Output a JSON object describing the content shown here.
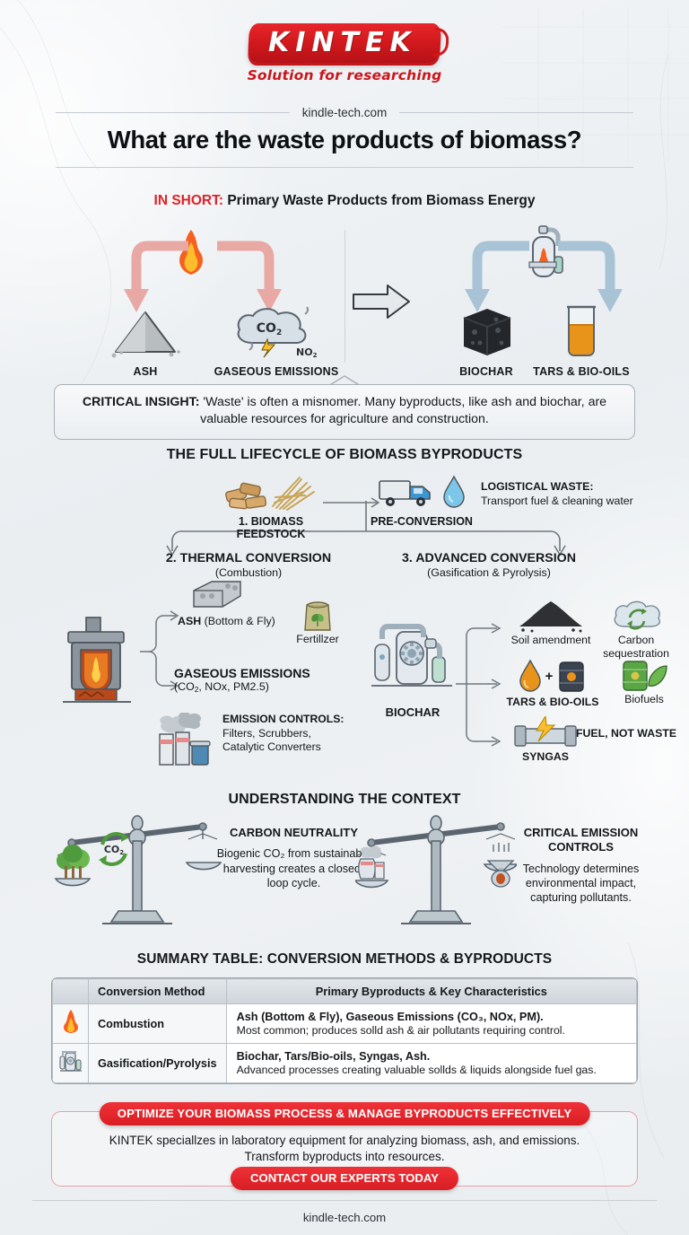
{
  "brand": {
    "logo_text": "KINTEK",
    "tagline": "Solution for researching",
    "site": "kindle-tech.com",
    "logo_red": "#d2191d"
  },
  "headline": "What are the waste products of biomass?",
  "in_short": {
    "lead": "IN SHORT:",
    "title": "Primary Waste Products from Biomass Energy",
    "left_items": [
      {
        "icon": "ash-pile-icon",
        "label": "ASH"
      },
      {
        "icon": "co2-cloud-icon",
        "label": "GASEOUS EMISSIONS"
      }
    ],
    "right_items": [
      {
        "icon": "biochar-cube-icon",
        "label": "BIOCHAR"
      },
      {
        "icon": "beaker-oil-icon",
        "label": "TARS & BIO-OILS"
      }
    ],
    "source_left_icon": "flame-icon",
    "source_right_icon": "reactor-icon",
    "middle_icon": "right-arrow-icon",
    "cloud_labels": {
      "co2": "CO",
      "co2_sub": "2",
      "no2": "NO",
      "no2_sub": "2"
    }
  },
  "critical_insight": {
    "lead": "CRITICAL INSIGHT:",
    "text": " 'Waste' is often a misnomer. Many byproducts, like ash and biochar, are valuable resources for agriculture and construction."
  },
  "lifecycle": {
    "title": "THE FULL LIFECYCLE OF BIOMASS BYPRODUCTS",
    "feedstock_label": "1. BIOMASS FEEDSTOCK",
    "preconversion_label": "PRE-CONVERSION",
    "logistical_heading": "LOGISTICAL WASTE:",
    "logistical_text": "Transport fuel & cleaning water",
    "branch_thermal": {
      "heading": "2. THERMAL CONVERSION",
      "sub": "(Combustion)"
    },
    "branch_advanced": {
      "heading": "3. ADVANCED CONVERSION",
      "sub": "(Gasification & Pyrolysis)"
    }
  },
  "thermal": {
    "source_icon": "wood-stove-icon",
    "ash_bold": "ASH",
    "ash_rest": " (Bottom & Fly)",
    "fertilizer_label": "Fertillzer",
    "fertilizer_icon": "fertilizer-bag-icon",
    "ash_icon": "ash-brick-icon",
    "gaseous_heading": "GASEOUS EMISSIONS",
    "gaseous_sub_pre": "(CO",
    "gaseous_sub_post": ", NOx, PM2.5)",
    "emission_icon": "smokestack-icon",
    "emission_heading": "EMISSION CONTROLS:",
    "emission_text": "Filters, Scrubbers, Catalytic Converters"
  },
  "advanced": {
    "source_icon": "gasifier-icon",
    "source_label": "BIOCHAR",
    "items": [
      {
        "icon": "soil-pile-icon",
        "label": "Soil amendment",
        "bold": false
      },
      {
        "icon": "carbon-cloud-icon",
        "label": "Carbon sequestration",
        "bold": false
      },
      {
        "icon": "oil-drop-icon",
        "label": "TARS & BIO-OILS",
        "bold": true
      },
      {
        "icon": "green-barrel-icon",
        "label": "Biofuels",
        "bold": false
      },
      {
        "icon": "syngas-pipe-icon",
        "label": "SYNGAS",
        "bold": true
      },
      {
        "icon": "lightning-icon",
        "label": "FUEL, NOT WASTE",
        "bold": true
      }
    ],
    "plus_sign": "+"
  },
  "context": {
    "title": "UNDERSTANDING THE CONTEXT",
    "left": {
      "icon": "balance-scale-trees-icon",
      "heading": "CARBON NEUTRALITY",
      "text": "Biogenic CO₂ from sustainable harvesting creates a closed-loop cycle.",
      "badge": "CO",
      "badge_sub": "2"
    },
    "right": {
      "icon": "balance-scale-pollution-icon",
      "heading": "CRITICAL EMISSION CONTROLS",
      "text": "Technology determines environmental impact, capturing pollutants."
    }
  },
  "summary_table": {
    "title": "SUMMARY TABLE: CONVERSION METHODS & BYPRODUCTS",
    "columns": [
      "",
      "Conversion Method",
      "Primary Byproducts & Key Characteristics"
    ],
    "rows": [
      {
        "icon": "flame-icon",
        "method": "Combustion",
        "byproducts_bold": "Ash (Bottom & Fly), Gaseous Emissions (CO₃, NOx, PM).",
        "byproducts_note": "Most common; produces solld ash & air pollutants requiring control."
      },
      {
        "icon": "gasifier-icon",
        "method": "Gasification/Pyrolysis",
        "byproducts_bold": "Biochar, Tars/Bio-oils, Syngas, Ash.",
        "byproducts_note": "Advanced processes creating valuable sollds & liquids alongside fuel gas."
      }
    ]
  },
  "cta": {
    "banner": "OPTIMIZE YOUR BIOMASS PROCESS & MANAGE BYPRODUCTS EFFECTIVELY",
    "body": "KINTEK speciallzes in laboratory equipment for analyzing biomass, ash, and emissions. Transform byproducts into resources.",
    "button": "CONTACT OUR EXPERTS TODAY",
    "accent": "#d81d23"
  },
  "footer": {
    "site": "kindle-tech.com"
  }
}
